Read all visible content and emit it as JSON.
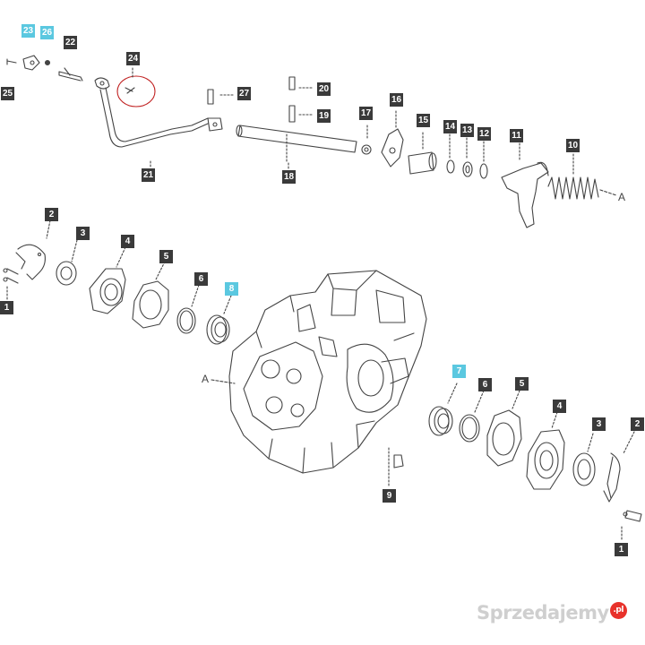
{
  "diagram": {
    "callouts": {
      "p23": "23",
      "p26": "26",
      "p22": "22",
      "p25": "25",
      "p24": "24",
      "p27": "27",
      "p20": "20",
      "p19": "19",
      "p17": "17",
      "p16": "16",
      "p15": "15",
      "p14": "14",
      "p13": "13",
      "p12": "12",
      "p11": "11",
      "p10": "10",
      "p21": "21",
      "p18": "18",
      "L2": "2",
      "L3": "3",
      "L4": "4",
      "L5": "5",
      "L6": "6",
      "L8": "8",
      "L1": "1",
      "R7": "7",
      "R6": "6",
      "R5": "5",
      "R4": "4",
      "R3": "3",
      "R2": "2",
      "R1": "1",
      "p9": "9"
    },
    "ref_labels": {
      "arrow_a_right": "A",
      "arrow_a_left": "A"
    },
    "colors": {
      "callout_dark": "#3a3a3a",
      "callout_cyan": "#5bc8e0",
      "line": "#444444",
      "watermark": "#cfcfcf",
      "watermark_dot": "#e8322b"
    }
  },
  "watermark": {
    "text": "Sprzedajemy",
    "suffix": ".pl"
  }
}
